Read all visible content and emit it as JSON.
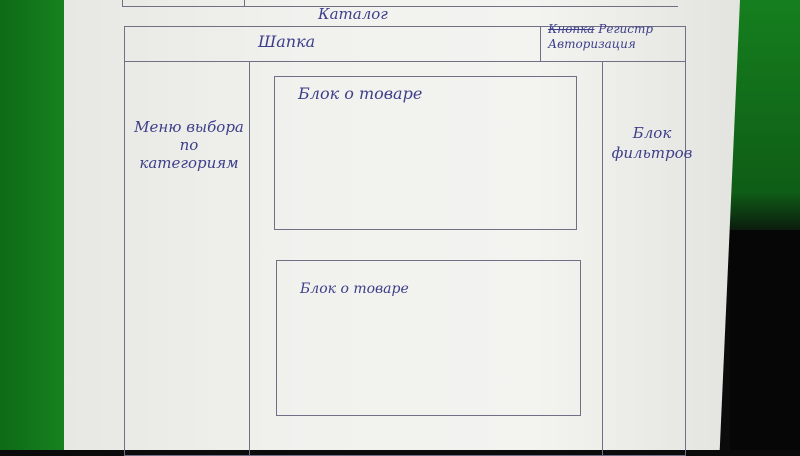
{
  "page_title": "Каталог",
  "header": {
    "caption": "Шапка",
    "auth_crossed": "Кнопка",
    "auth_line1": "Регистр",
    "auth_line2": "Авторизация"
  },
  "sidebar": {
    "menu_text": "Меню выбора по категориям"
  },
  "content": {
    "product_blocks": [
      {
        "label": "Блок о товаре"
      },
      {
        "label": "Блок о товаре"
      }
    ]
  },
  "filters": {
    "label": "Блок фильтров"
  },
  "colors": {
    "ink": "#3d3f8a",
    "pencil": "#6f6f86",
    "paper": "#f1f1ee",
    "background_green": "#17851f"
  }
}
